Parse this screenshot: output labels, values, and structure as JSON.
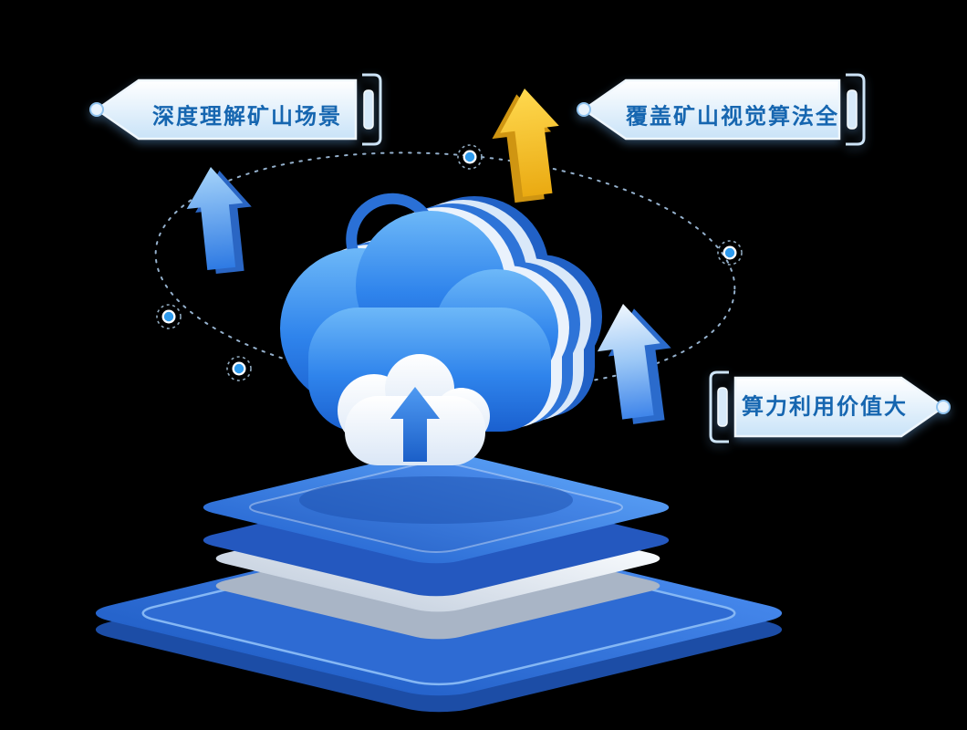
{
  "illustration": {
    "name": "mining-cloud-platform-diagram",
    "background": "#000000",
    "labels": [
      {
        "id": "label-top-left",
        "text": "深度理解矿山场景"
      },
      {
        "id": "label-top-right",
        "text": "覆盖矿山视觉算法全"
      },
      {
        "id": "label-right",
        "text": "算力利用价值大"
      }
    ],
    "colors": {
      "primary_blue": "#2e79e0",
      "deep_blue": "#1b5fc8",
      "light_blue": "#c9e3f8",
      "accent_yellow": "#f0b422",
      "silver": "#ccd6e3",
      "text_blue": "#1566b0",
      "node_blue": "#2e9aed",
      "white": "#ffffff"
    },
    "icons": [
      "up-arrow",
      "cloud",
      "upload-cloud",
      "orbit-node",
      "banner-bracket"
    ],
    "node_count": 4
  }
}
